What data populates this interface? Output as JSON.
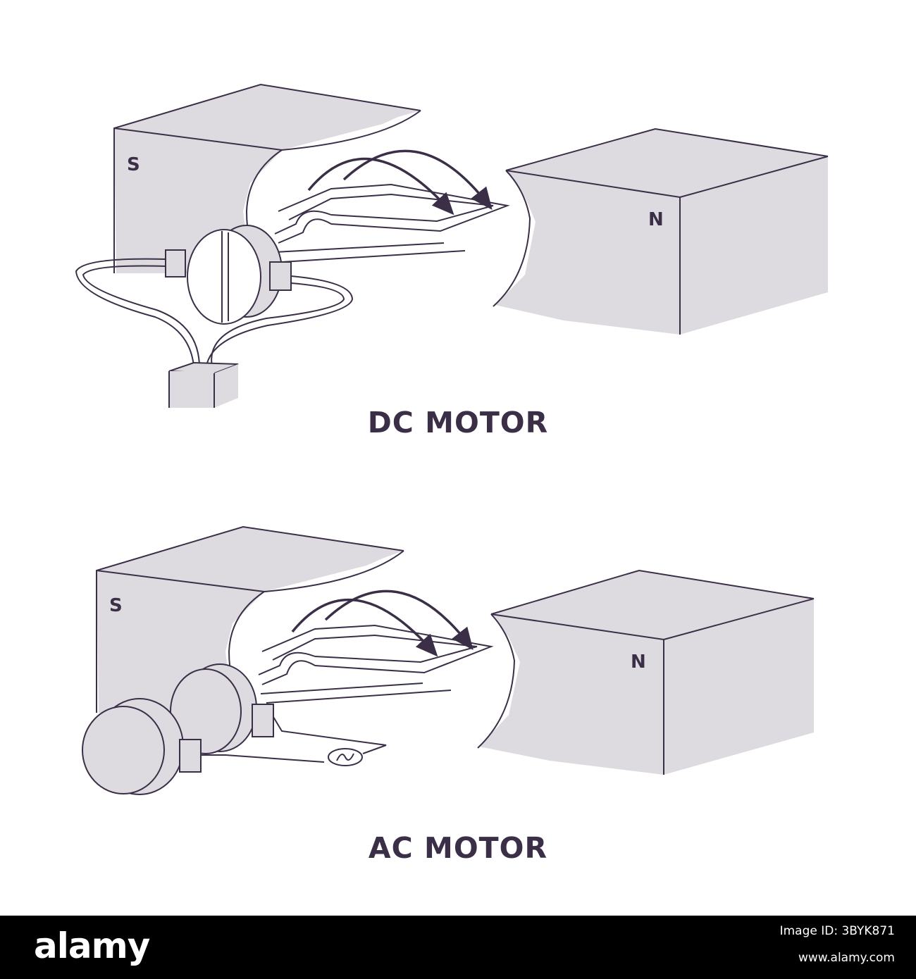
{
  "colors": {
    "fill": "#dedbe0",
    "line": "#3b2f48",
    "text": "#3b2f48",
    "footer_bg": "#000000"
  },
  "dc_motor": {
    "title": "DC MOTOR",
    "south_label": "S",
    "north_label": "N"
  },
  "ac_motor": {
    "title": "AC MOTOR",
    "south_label": "S",
    "north_label": "N"
  },
  "footer": {
    "brand": "alamy",
    "image_id": "Image ID: 3BYK871",
    "site": "www.alamy.com"
  }
}
